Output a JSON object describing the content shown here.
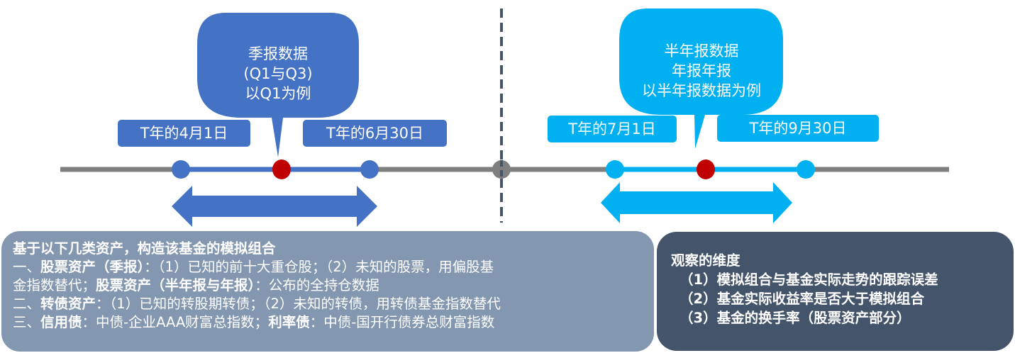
{
  "colors": {
    "q1_blue": "#4472c4",
    "half_blue": "#00b0f0",
    "event_red": "#c00000",
    "axis_gray": "#7f7f7f",
    "divider": "#44546a",
    "panel_left_bg": "#8497b0",
    "panel_right_bg": "#44546a"
  },
  "left_section": {
    "bubble_lines": [
      "季报数据",
      "(Q1与Q3)",
      "以Q1为例"
    ],
    "start_label": "T年的4月1日",
    "end_label": "T年的6月30日"
  },
  "right_section": {
    "bubble_lines": [
      "半年报数据",
      "年报年报",
      "以半年报数据为例"
    ],
    "start_label": "T年的7月1日",
    "end_label": "T年的9月30日"
  },
  "panel_left": {
    "title": "基于以下几类资产，构造该基金的模拟组合",
    "line1_prefix": "一、",
    "line1_bold": "股票资产（季报）",
    "line1_rest": "：（1）已知的前十大重仓股；（2）未知的股票，用偏股基",
    "line2_start": "金指数替代；",
    "line2_bold": "股票资产（半年报与年报）",
    "line2_rest": "：公布的全持仓数据",
    "line3_prefix": "二、",
    "line3_bold": "转债资产",
    "line3_rest": "：（1）已知的转股期转债；（2）未知的转债，用转债基金指数替代",
    "line4_prefix": "三、",
    "line4_bold1": "信用债",
    "line4_mid": "：中债-企业AAA财富总指数；",
    "line4_bold2": "利率债",
    "line4_rest": "：中债-国开行债券总财富指数"
  },
  "panel_right": {
    "title": "观察的维度",
    "items": [
      "（1）模拟组合与基金实际走势的跟踪误差",
      "（2）基金实际收益率是否大于模拟组合",
      "（3）基金的换手率（股票资产部分）"
    ]
  }
}
